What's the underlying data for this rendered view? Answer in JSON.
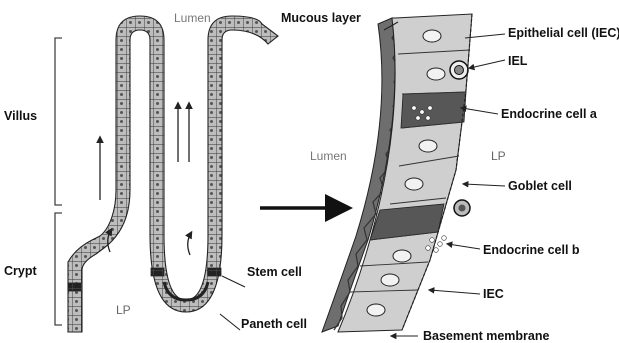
{
  "labels": {
    "lumen_top": "Lumen",
    "mucous_layer": "Mucous layer",
    "epithelial_cell": "Epithelial cell (IEC)",
    "iel": "IEL",
    "endocrine_a": "Endocrine cell a",
    "lumen_mid": "Lumen",
    "lp_right": "LP",
    "goblet_cell": "Goblet cell",
    "endocrine_b": "Endocrine cell b",
    "iec": "IEC",
    "basement_membrane": "Basement membrane",
    "villus": "Villus",
    "crypt": "Crypt",
    "lp_left": "LP",
    "stem_cell": "Stem cell",
    "paneth_cell": "Paneth cell"
  },
  "colors": {
    "cell_fill": "#b9b9b9",
    "dark_band": "#2a2a2a",
    "mucous": "#707070",
    "cell_light": "#d6d6d6",
    "cell_dark": "#555555"
  }
}
